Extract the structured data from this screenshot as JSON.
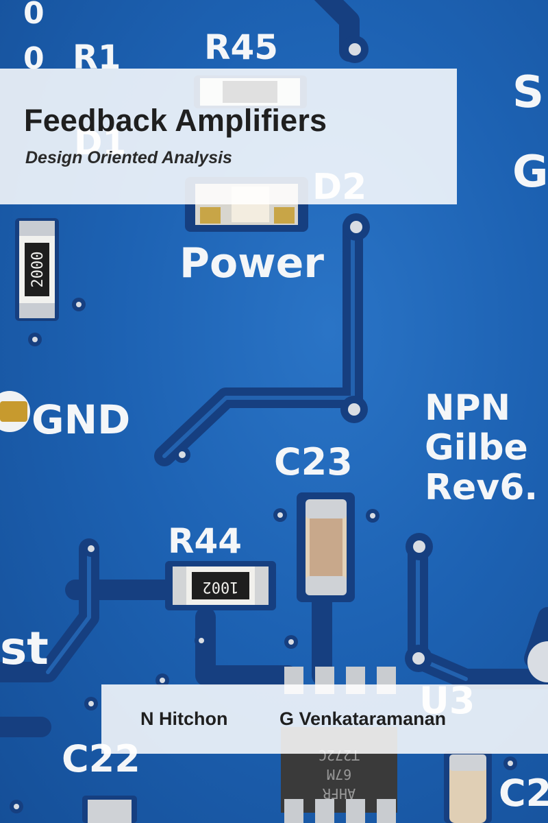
{
  "book": {
    "title": "Feedback Amplifiers",
    "subtitle": "Design Oriented Analysis",
    "authors": [
      "N Hitchon",
      "G Venkataramanan"
    ]
  },
  "board_labels": {
    "r1": "R1",
    "r45": "R45",
    "d1": "D1",
    "d2": "D2",
    "power": "Power",
    "gnd": "GND",
    "c23": "C23",
    "npn": "NPN",
    "gilbert": "Gilbe",
    "rev": "Rev6.",
    "r44": "R44",
    "st": "st",
    "u3": "U3",
    "c22": "C22",
    "c2": "C2",
    "sg_s": "S",
    "sg_g": "G",
    "top_left_0a": "0",
    "top_left_0b": "0",
    "resistor_2000": "2000",
    "resistor_1002": "1002",
    "chip_t272c": "T272C",
    "chip_67m": "67M",
    "chip_ahfr": "AHFR"
  },
  "colors": {
    "board": "#1d62b3",
    "trace": "#1a4e96",
    "silkscreen": "#f4f6f8",
    "panel": "#ffffff"
  }
}
